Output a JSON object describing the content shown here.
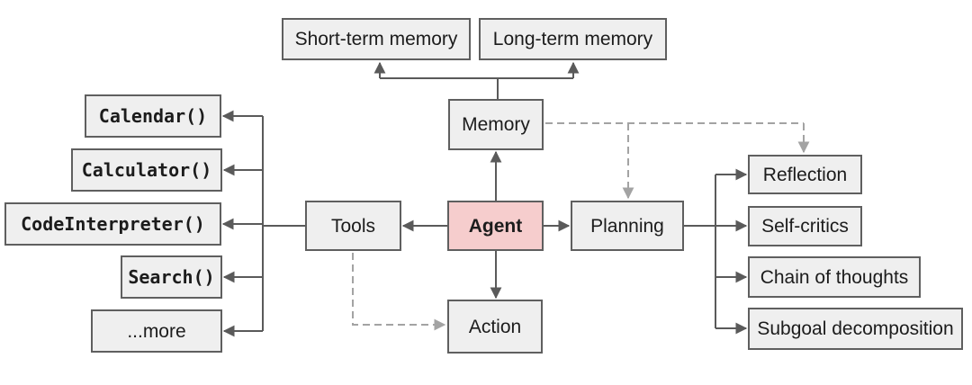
{
  "diagram": {
    "nodes": {
      "short_term": {
        "label": "Short-term memory"
      },
      "long_term": {
        "label": "Long-term memory"
      },
      "memory": {
        "label": "Memory"
      },
      "tools": {
        "label": "Tools"
      },
      "agent": {
        "label": "Agent"
      },
      "planning": {
        "label": "Planning"
      },
      "action": {
        "label": "Action"
      },
      "calendar": {
        "label": "Calendar()"
      },
      "calculator": {
        "label": "Calculator()"
      },
      "code_interpreter": {
        "label": "CodeInterpreter()"
      },
      "search": {
        "label": "Search()"
      },
      "more": {
        "label": "...more"
      },
      "reflection": {
        "label": "Reflection"
      },
      "self_critics": {
        "label": "Self-critics"
      },
      "chain_of_thoughts": {
        "label": "Chain of thoughts"
      },
      "subgoal": {
        "label": "Subgoal decomposition"
      }
    },
    "colors": {
      "background": "#ffffff",
      "node_fill": "#efefef",
      "node_border": "#5f5f5f",
      "agent_fill": "#f6cdcd",
      "solid_line": "#5a5a5a",
      "dashed_line": "#a3a3a3",
      "text": "#1c1c1c"
    }
  }
}
